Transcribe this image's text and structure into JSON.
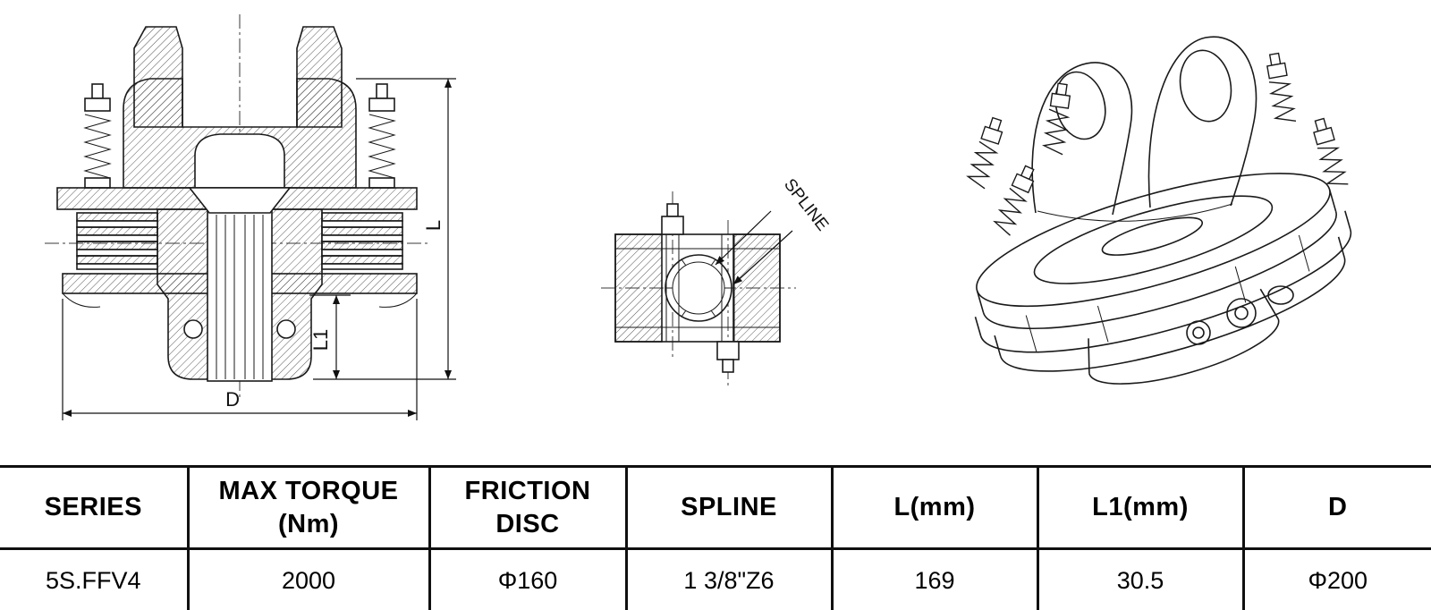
{
  "colors": {
    "ink": "#1a1a1a",
    "background": "#ffffff"
  },
  "drawing": {
    "labels": {
      "L": "L",
      "L1": "L1",
      "D": "D",
      "spline": "SPLINE"
    }
  },
  "table": {
    "headers": [
      {
        "line1": "SERIES",
        "line2": ""
      },
      {
        "line1": "MAX TORQUE",
        "line2": "(Nm)"
      },
      {
        "line1": "FRICTION",
        "line2": "DISC"
      },
      {
        "line1": "SPLINE",
        "line2": ""
      },
      {
        "line1": "L(mm)",
        "line2": ""
      },
      {
        "line1": "L1(mm)",
        "line2": ""
      },
      {
        "line1": "D",
        "line2": ""
      }
    ],
    "rows": [
      [
        "5S.FFV4",
        "2000",
        "Φ160",
        "1 3/8\"Z6",
        "169",
        "30.5",
        "Φ200"
      ]
    ]
  }
}
